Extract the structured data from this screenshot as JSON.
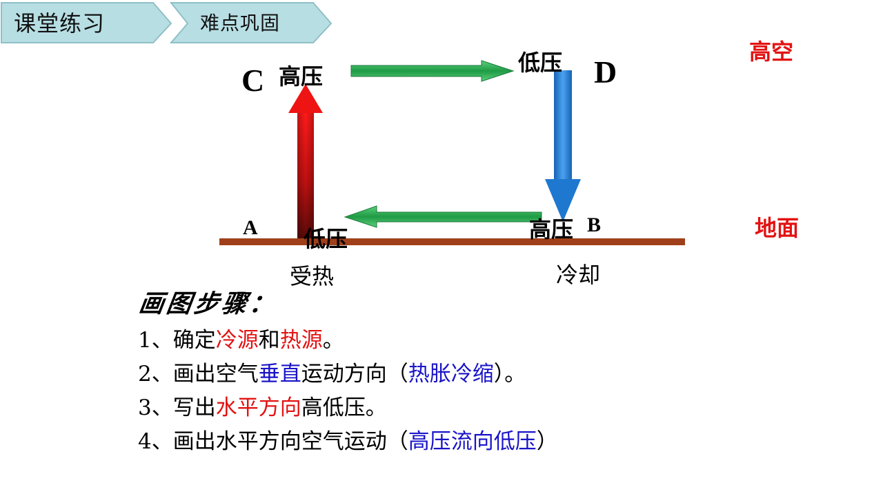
{
  "header": {
    "tab1_label": "课堂练习",
    "tab2_label": "难点巩固"
  },
  "diagram": {
    "letters": {
      "a": "A",
      "b": "B",
      "c": "C",
      "d": "D"
    },
    "pressure": {
      "c_top": "高压",
      "d_top": "低压",
      "a_ground": "低压",
      "b_ground": "高压"
    },
    "ground_labels": {
      "a_below": "受热",
      "b_below": "冷却"
    },
    "side_labels": {
      "high_altitude": "高空",
      "ground": "地面"
    }
  },
  "steps": {
    "title": "画图步骤：",
    "items": [
      {
        "parts": [
          {
            "text": "1、确定",
            "color": "black"
          },
          {
            "text": "冷源",
            "color": "red"
          },
          {
            "text": "和",
            "color": "black"
          },
          {
            "text": "热源",
            "color": "red"
          },
          {
            "text": "。",
            "color": "black"
          }
        ]
      },
      {
        "parts": [
          {
            "text": "2、画出空气",
            "color": "black"
          },
          {
            "text": "垂直",
            "color": "blue"
          },
          {
            "text": "运动方向（",
            "color": "black"
          },
          {
            "text": "热胀冷缩",
            "color": "blue"
          },
          {
            "text": "）。",
            "color": "black"
          }
        ]
      },
      {
        "parts": [
          {
            "text": "3、写出",
            "color": "black"
          },
          {
            "text": "水平方向",
            "color": "red"
          },
          {
            "text": "高低压。",
            "color": "black"
          }
        ]
      },
      {
        "parts": [
          {
            "text": "4、画出水平方向空气运动（",
            "color": "black"
          },
          {
            "text": "高压流向低压",
            "color": "blue"
          },
          {
            "text": "）",
            "color": "black"
          }
        ]
      }
    ]
  },
  "colors": {
    "tab_fill": "#b7dee3",
    "tab_stroke": "#8fbfc6",
    "ground_line": "#a0401a",
    "warm_arrow": "#e01010",
    "cold_arrow": "#1f78cf",
    "horizontal_arrow": "#22a049",
    "accent_red": "#e31212",
    "accent_blue": "#1a14c8"
  }
}
